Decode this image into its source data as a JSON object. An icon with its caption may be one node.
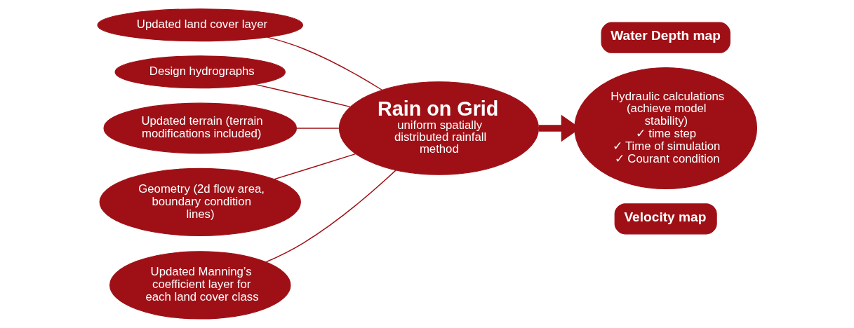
{
  "diagram": {
    "nodes": [
      {
        "text": [
          "Updated land cover layer"
        ]
      },
      {
        "text": [
          "Design hydrographs"
        ]
      },
      {
        "text": [
          "Updated terrain (terrain modifications included)"
        ]
      },
      {
        "text": [
          "Rain on Grid",
          "uniform spatially distributed rainfall method"
        ]
      },
      {
        "text": [
          "Geometry (2d flow area, boundary condition lines)"
        ]
      },
      {
        "text": [
          "Updated Manning’s coefficient layer for each land cover class"
        ]
      },
      {
        "text": [
          "Water Depth map"
        ]
      },
      {
        "text": [
          "Hydraulic calculations (achieve model stability)",
          "✓ time step",
          "✓ Time of simulation",
          "✓ Courant condition"
        ]
      },
      {
        "text": [
          "Velocity map"
        ]
      }
    ],
    "edges": [
      {
        "from": 0,
        "to": 3,
        "arrow": "none"
      },
      {
        "from": 1,
        "to": 3,
        "arrow": "none"
      },
      {
        "from": 2,
        "to": 3,
        "arrow": "none"
      },
      {
        "from": 4,
        "to": 3,
        "arrow": "none"
      },
      {
        "from": 5,
        "to": 3,
        "arrow": "none"
      },
      {
        "from": 3,
        "to": 7,
        "arrow": "to",
        "style": "thick"
      }
    ]
  }
}
